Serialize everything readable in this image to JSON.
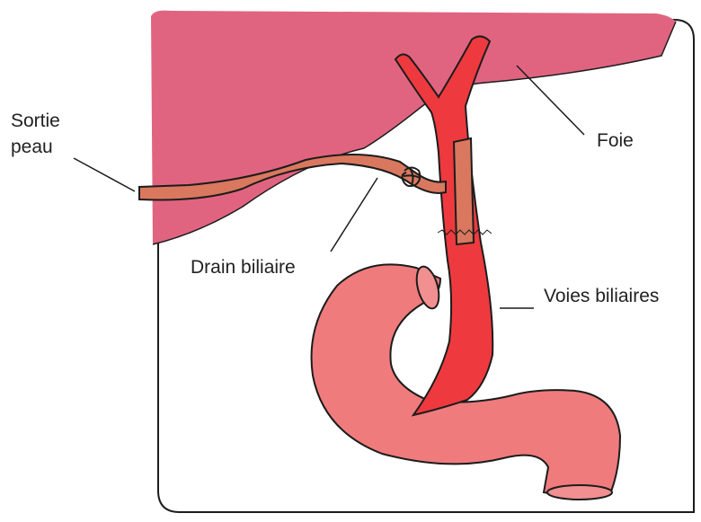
{
  "labels": {
    "sortie_line1": "Sortie",
    "sortie_line2": "peau",
    "foie": "Foie",
    "drain": "Drain biliaire",
    "voies": "Voies biliaires"
  },
  "colors": {
    "liver": "#e06480",
    "bile_duct": "#ee3a3e",
    "drain_tube": "#d9785e",
    "intestine": "#ef7b7d",
    "outline": "#1c1c1c"
  }
}
